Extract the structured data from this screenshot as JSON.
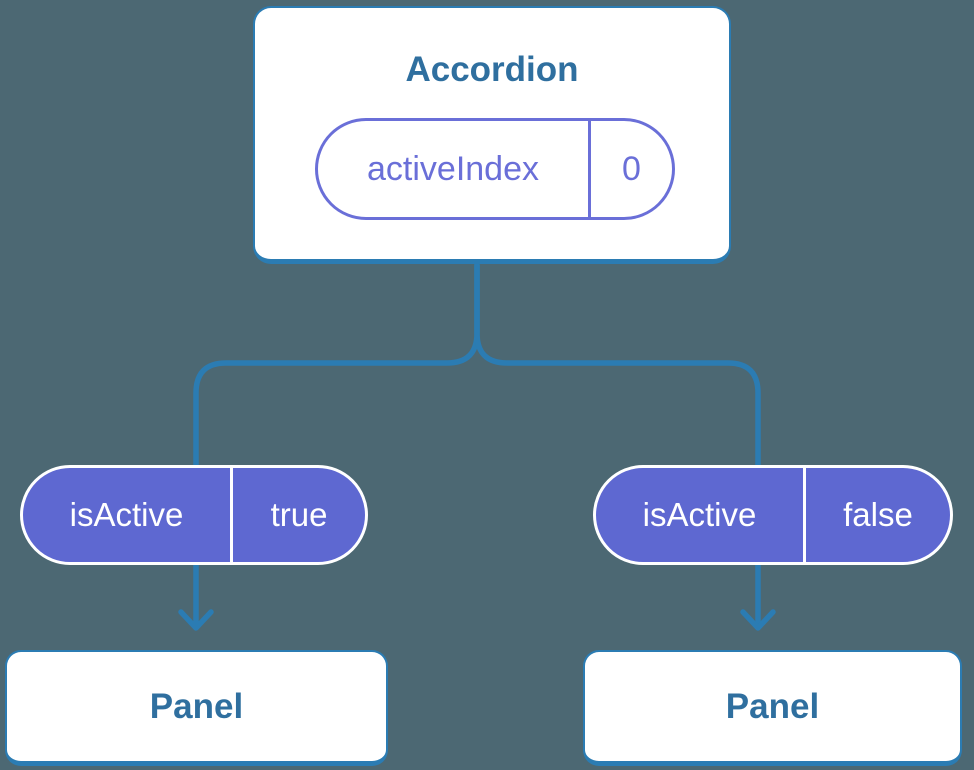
{
  "colors": {
    "bg": "#4c6873",
    "line_blue": "#2b7cb3",
    "heading_blue": "#2f6f9f",
    "purple_line": "#6a6fd8",
    "purple_fill": "#5e68d1"
  },
  "diagram": {
    "accordion": {
      "title": "Accordion",
      "state_pill": {
        "label": "activeIndex",
        "value": "0"
      }
    },
    "children": [
      {
        "prop_pill": {
          "label": "isActive",
          "value": "true"
        },
        "panel_label": "Panel"
      },
      {
        "prop_pill": {
          "label": "isActive",
          "value": "false"
        },
        "panel_label": "Panel"
      }
    ]
  }
}
